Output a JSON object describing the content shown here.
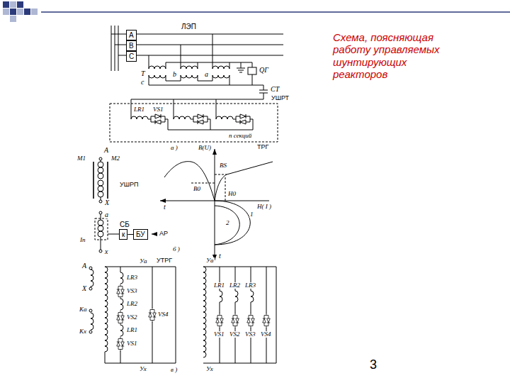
{
  "diagram": {
    "title": "Схема, поясняющая работу управляемых шунтирующих реакторов",
    "nodes": [
      {
        "text": [
          "A"
        ]
      },
      {
        "text": [
          "B"
        ]
      },
      {
        "text": [
          "C"
        ]
      },
      {
        "text": [
          "СБ",
          "к"
        ]
      },
      {
        "text": [
          "БУ"
        ]
      }
    ],
    "edges": [
      {
        "from": 3,
        "to": 4,
        "arrow": "none"
      }
    ],
    "labels": [
      "ЛЭП",
      "T",
      "c",
      "b",
      "a",
      "QГ",
      "CТ",
      "УШРТ",
      "LR1",
      "VS1",
      "n секций",
      "ТРГ",
      "a )",
      "M1",
      "A",
      "M2",
      "УШРП",
      "X",
      "a",
      "АР",
      "x",
      "Iп",
      "б )",
      "B(U)",
      "BS",
      "B0",
      "H0",
      "t",
      "1",
      "H( I )",
      "2",
      "t",
      "A",
      "Уа",
      "УТРГ",
      "X",
      "LR3",
      "VS3",
      "Kа",
      "LR2",
      "VS2",
      "VS4",
      "Kх",
      "LR1",
      "VS1",
      "Ух",
      "в )",
      "Уа",
      "LR1",
      "LR2",
      "LR3",
      "VS1",
      "VS2",
      "VS3",
      "VS4",
      "Ух",
      "3"
    ]
  }
}
